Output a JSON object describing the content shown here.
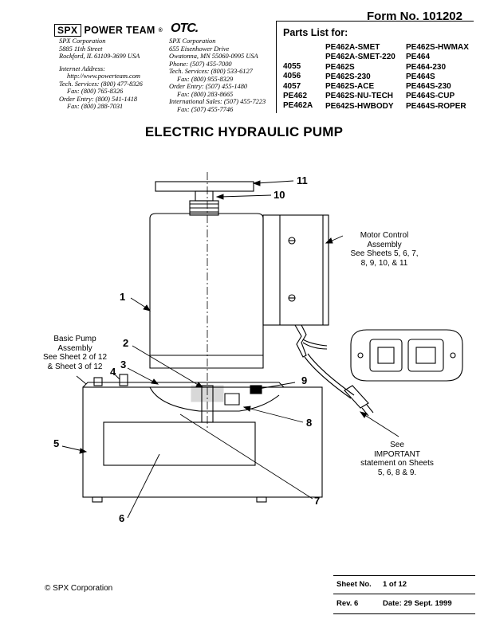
{
  "header": {
    "form_no": "Form No. 101202",
    "brand": {
      "spx": "SPX",
      "power_team": "POWER TEAM",
      "reg": "®",
      "otc": "OTC."
    },
    "address_left": [
      "SPX Corporation",
      "5885 11th Street",
      "Rockford, IL 61109-3699  USA",
      "",
      "Internet Address:",
      "http://www.powerteam.com",
      "Tech. Services: (800) 477-8326",
      "Fax: (800) 765-8326",
      "Order Entry: (800) 541-1418",
      "Fax: (800) 288-7031"
    ],
    "address_right": [
      "SPX Corporation",
      "655 Eisenhower Drive",
      "Owatonna, MN 55060-0995  USA",
      "Phone: (507) 455-7000",
      "Tech. Services: (800) 533-6127",
      "Fax: (800) 955-8329",
      "Order Entry: (507) 455-1480",
      "Fax: (800) 283-8665",
      "International Sales: (507) 455-7223",
      "Fax: (507) 455-7746"
    ]
  },
  "parts_list": {
    "title": "Parts List for:",
    "col1": [
      "4055",
      "4056",
      "4057",
      "PE462",
      "PE462A"
    ],
    "col2": [
      "PE462A-SMET",
      "PE462A-SMET-220",
      "PE462S",
      "PE462S-230",
      "PE462S-ACE",
      "PE462S-NU-TECH",
      "PE642S-HWBODY"
    ],
    "col3": [
      "PE462S-HWMAX",
      "PE464",
      "PE464-230",
      "PE464S",
      "PE464S-230",
      "PE464S-CUP",
      "PE464S-ROPER"
    ]
  },
  "title": "ELECTRIC HYDRAULIC PUMP",
  "diagram": {
    "callouts": [
      "1",
      "2",
      "3",
      "4",
      "5",
      "6",
      "7",
      "8",
      "9",
      "10",
      "11"
    ],
    "notes": {
      "motor_control": [
        "Motor Control",
        "Assembly",
        "See Sheets 5, 6, 7,",
        "8, 9, 10, & 11"
      ],
      "basic_pump": [
        "Basic Pump",
        "Assembly",
        "See Sheet 2 of 12",
        "& Sheet 3 of 12"
      ],
      "important": [
        "See",
        "IMPORTANT",
        "statement on Sheets",
        "5, 6, 8 & 9."
      ]
    }
  },
  "footer": {
    "copyright": "© SPX Corporation",
    "sheet_label": "Sheet No.",
    "sheet_value": "1 of 12",
    "rev_label": "Rev. 6",
    "date_label": "Date: 29 Sept. 1999"
  }
}
